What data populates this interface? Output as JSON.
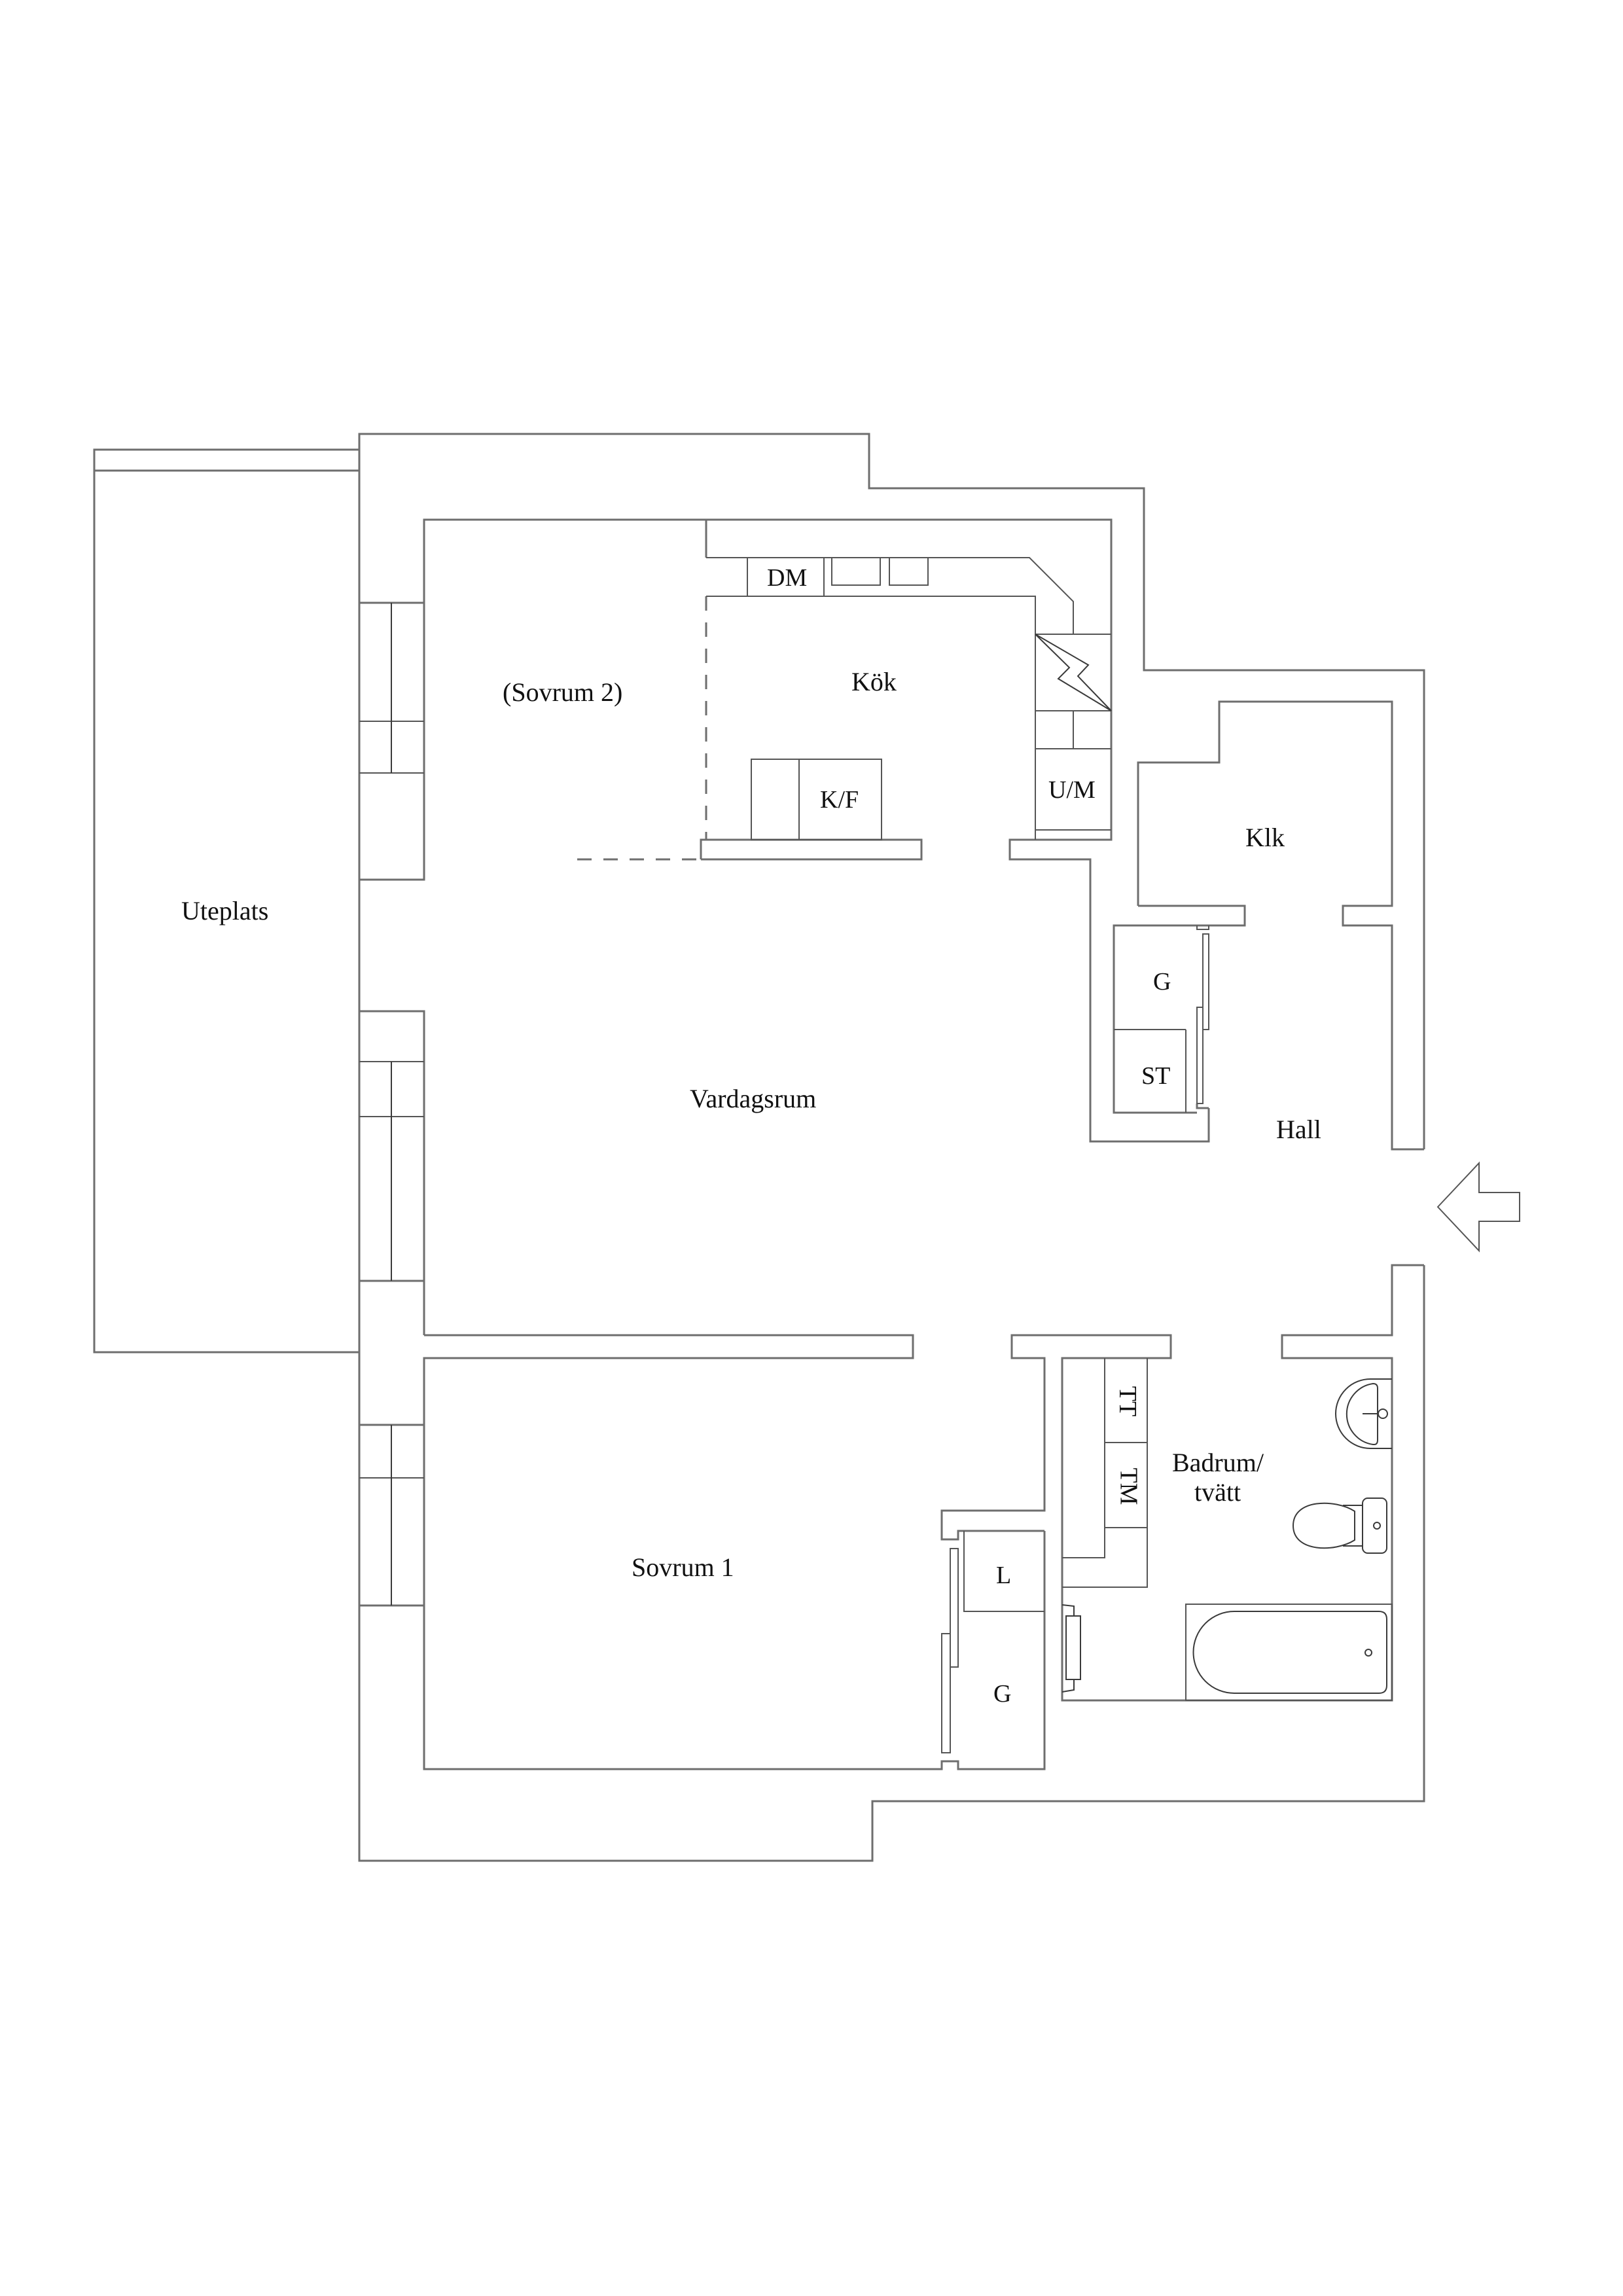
{
  "plan": {
    "title": "Floor plan",
    "stroke_color": "#6e6e6e",
    "text_color": "#111111",
    "background": "#ffffff"
  },
  "rooms": {
    "uteplats": "Uteplats",
    "sovrum2": "(Sovrum 2)",
    "kok": "Kök",
    "klk": "Klk",
    "vardagsrum": "Vardagsrum",
    "hall": "Hall",
    "sovrum1": "Sovrum 1",
    "badrum_line1": "Badrum/",
    "badrum_line2": "tvätt"
  },
  "fixtures": {
    "dishwasher": "DM",
    "fridge_freezer": "K/F",
    "oven_microwave": "U/M",
    "hall_wardrobe": "G",
    "hall_storage": "ST",
    "bedroom_linen": "L",
    "bedroom_wardrobe": "G",
    "dryer": "TT",
    "washer": "TM"
  },
  "icons": {
    "entrance": "entrance-arrow-icon",
    "stove": "stove-icon",
    "sink": "washbasin-icon",
    "toilet": "toilet-icon",
    "bathtub": "bathtub-icon",
    "radiator": "towel-radiator-icon"
  }
}
